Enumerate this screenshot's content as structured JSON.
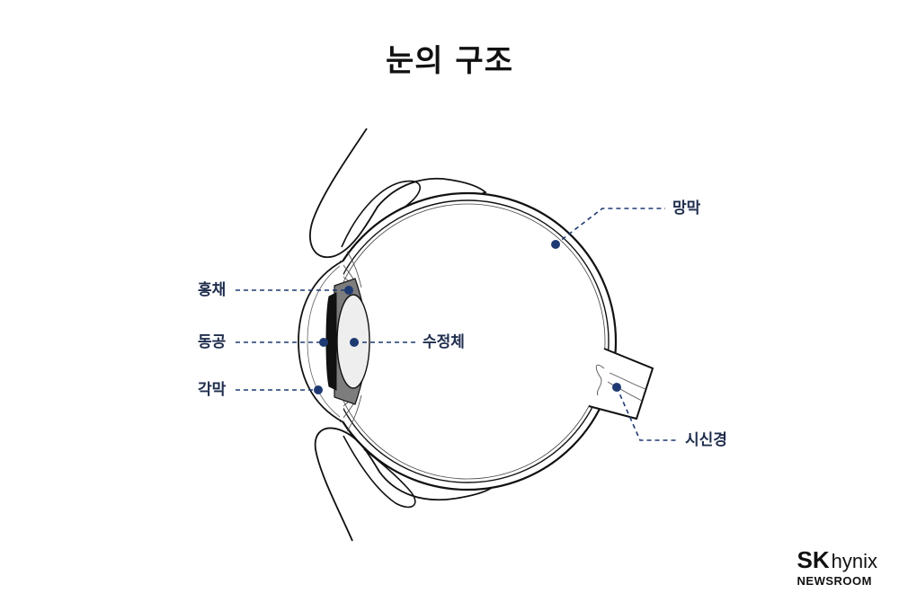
{
  "title": "눈의 구조",
  "labels": {
    "retina": "망막",
    "iris": "홍채",
    "pupil": "동공",
    "cornea": "각막",
    "lens": "수정체",
    "optic_nerve": "시신경"
  },
  "logo": {
    "brand": "SK",
    "brand_suffix": "hynix",
    "sub": "NEWSROOM"
  },
  "colors": {
    "accent": "#1f3a73",
    "label": "#1f2d4d",
    "outline": "#111111",
    "iris_fill": "#7d7d7d",
    "lens_fill": "#eeeeee"
  }
}
